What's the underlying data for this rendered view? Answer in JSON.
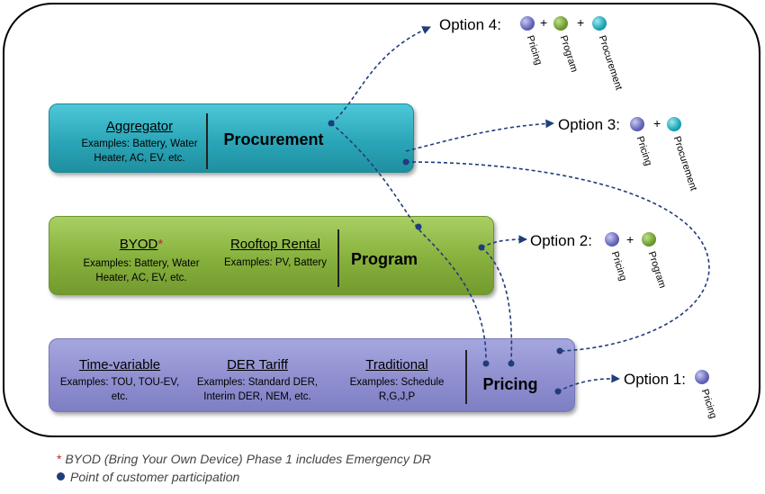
{
  "procurement": {
    "sub_title": "Aggregator",
    "sub_ex1": "Examples:  Battery, Water",
    "sub_ex2": "Heater, AC, EV. etc.",
    "label": "Procurement"
  },
  "program": {
    "byod_title": "BYOD",
    "byod_star": "*",
    "byod_ex1": "Examples: Battery, Water",
    "byod_ex2": "Heater, AC, EV, etc.",
    "rooftop_title": "Rooftop Rental",
    "rooftop_ex": "Examples: PV, Battery",
    "label": "Program"
  },
  "pricing": {
    "tv_title": "Time-variable",
    "tv_ex1": "Examples: TOU,  TOU-EV,",
    "tv_ex2": "etc.",
    "der_title": "DER Tariff",
    "der_ex1": "Examples: Standard DER,",
    "der_ex2": "Interim DER, NEM, etc.",
    "trad_title": "Traditional",
    "trad_ex1": "Examples: Schedule",
    "trad_ex2": "R,G,J,P",
    "label": "Pricing"
  },
  "options": {
    "opt4": "Option 4:",
    "opt3": "Option 3:",
    "opt2": "Option 2:",
    "opt1": "Option 1:",
    "plus": "+",
    "pricing": "Pricing",
    "program": "Program",
    "procurement": "Procurement"
  },
  "notes": {
    "star": "*",
    "byod_note": " BYOD (Bring Your Own Device) Phase 1 includes Emergency DR",
    "dot_note": "Point of customer participation"
  },
  "colors": {
    "procurement": "#2aa6b8",
    "program": "#86b03c",
    "pricing": "#8f8fd0",
    "arrow": "#1f3d7a",
    "asterisk": "#c0282d"
  }
}
